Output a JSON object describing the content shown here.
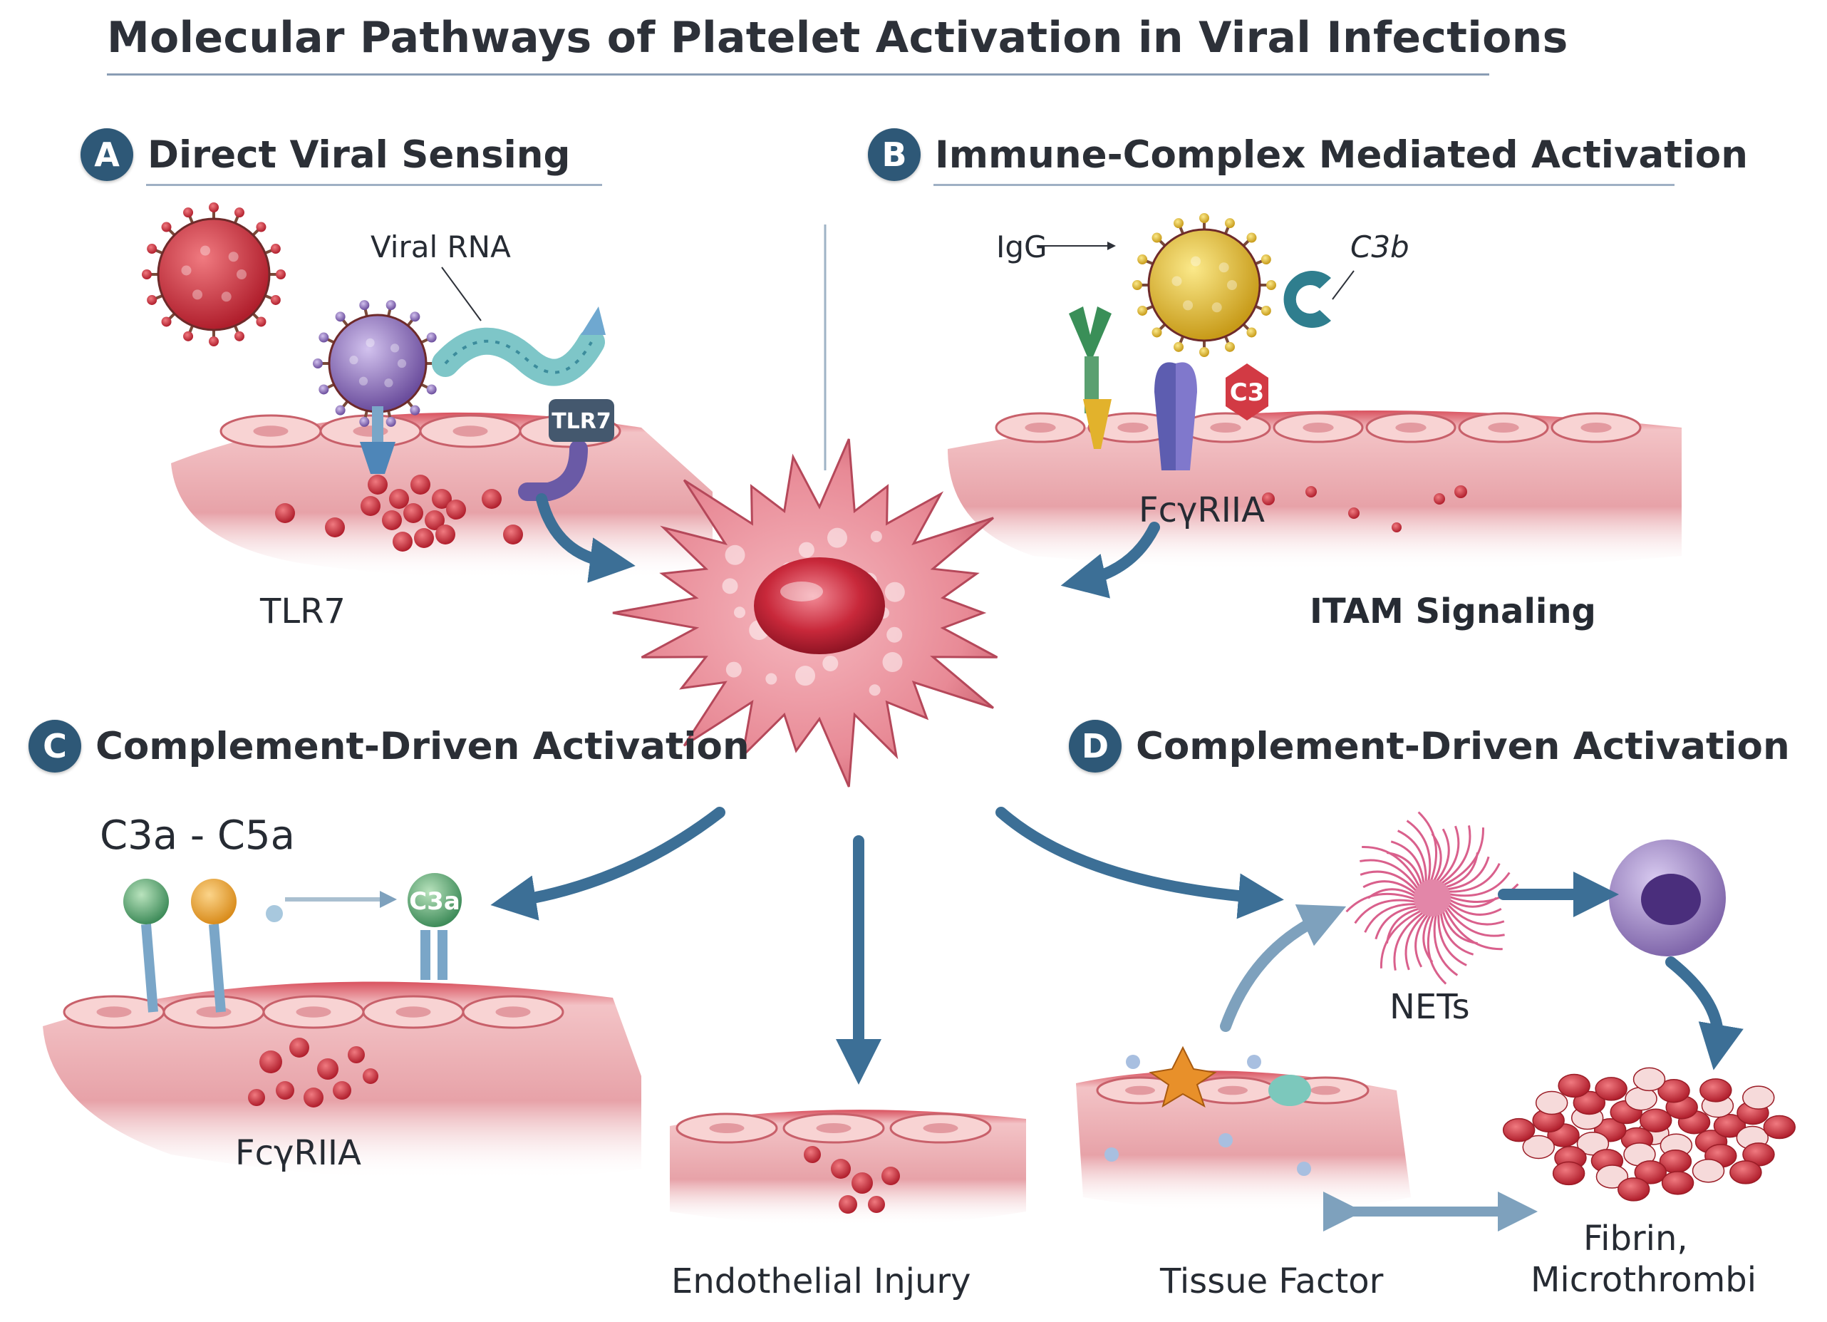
{
  "title": "Molecular Pathways of Platelet Activation in Viral Infections",
  "sections": {
    "a": {
      "badge": "A",
      "title": "Direct Viral Sensing"
    },
    "b": {
      "badge": "B",
      "title": "Immune-Complex Mediated Activation"
    },
    "c": {
      "badge": "C",
      "title": "Complement-Driven Activation"
    },
    "d": {
      "badge": "D",
      "title": "Complement-Driven Activation"
    }
  },
  "labels": {
    "viral_rna": "Viral RNA",
    "tlr7_tag": "TLR7",
    "tlr7": "TLR7",
    "igg": "IgG",
    "c3b": "C3b",
    "c3_mark": "C3",
    "fcyriia_b": "FcγRIIA",
    "itam": "ITAM Signaling",
    "c3a_c5a": "C3a - C5a",
    "c3a_tag": "C3a",
    "fcyriia_c": "FcγRIIA",
    "endothelial": "Endothelial Injury",
    "nets": "NETs",
    "tissue_factor": "Tissue Factor",
    "fibrin_line1": "Fibrin,",
    "fibrin_line2": "Microthrombi"
  },
  "colors": {
    "badge": "#2e5877",
    "arrow": "#3c6f96",
    "platelet": "#e88a96",
    "platelet_core": "#c8283a",
    "vessel": "#e7a2a8",
    "blood_cell": "#d8303c",
    "virus_red": "#c8323c",
    "virus_yellow": "#e7c53a",
    "virus_purple": "#8a6cb8"
  },
  "icons": [
    "virus-icon",
    "platelet-icon",
    "receptor-icon",
    "neutrophil-icon",
    "thrombus-icon"
  ]
}
